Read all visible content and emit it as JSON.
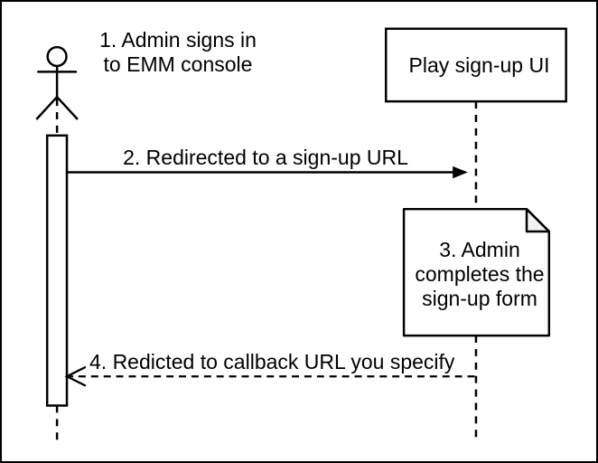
{
  "diagram": {
    "type": "sequence-diagram",
    "actor_label": {
      "lines": [
        "1. Admin signs in",
        "to EMM console"
      ]
    },
    "participant": {
      "label": "Play sign-up UI"
    },
    "messages": {
      "redirect": {
        "label": "2. Redirected to a sign-up URL",
        "style": "solid-arrow-right"
      },
      "callback": {
        "label": "4. Redicted to callback URL you specify",
        "style": "dashed-open-arrow-left"
      }
    },
    "note": {
      "lines": [
        "3. Admin",
        "completes the",
        "sign-up form"
      ]
    },
    "colors": {
      "stroke": "#000000",
      "background": "#ffffff",
      "note_fill": "#ffffff",
      "note_fold_fill": "#f2f2f2"
    }
  }
}
